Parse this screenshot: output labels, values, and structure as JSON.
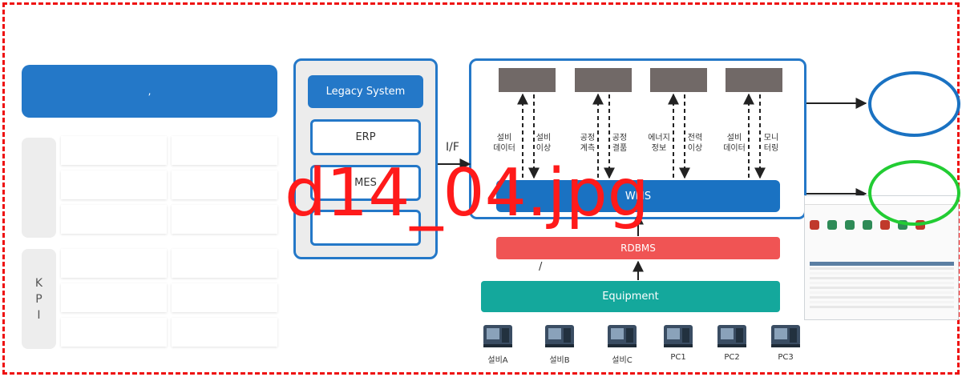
{
  "left_panel": {
    "header_text": ",",
    "group1_side_label": "",
    "group2_side_label": "K\nP\nI"
  },
  "legacy": {
    "title": "Legacy System",
    "items": [
      "ERP",
      "MES",
      ""
    ]
  },
  "interface_label": "I/F",
  "wms": {
    "top_boxes": [
      "",
      "",
      "",
      ""
    ],
    "arrow_labels": [
      {
        "up": "설비\n데이터",
        "down": "설비\n이상"
      },
      {
        "up": "공정\n계측",
        "down": "공정\n결품"
      },
      {
        "up": "에너지\n정보",
        "down": "전력\n이상"
      },
      {
        "up": "설비\n데이터",
        "down": "모니\n터링"
      }
    ],
    "label": "WMS"
  },
  "rdbms_label": "RDBMS",
  "slash_label": "/",
  "equipment_label": "Equipment",
  "devices": [
    "설비A",
    "설비B",
    "설비C",
    "PC1",
    "PC2",
    "PC3"
  ],
  "watermark": "d14_04.jpg",
  "colors": {
    "frame": "#ee1111",
    "blue": "#2478c8",
    "gray_box": "#716967",
    "rdbms": "#f05454",
    "equipment": "#14a89c",
    "green": "#22cc33",
    "watermark": "#ff1a1a"
  }
}
